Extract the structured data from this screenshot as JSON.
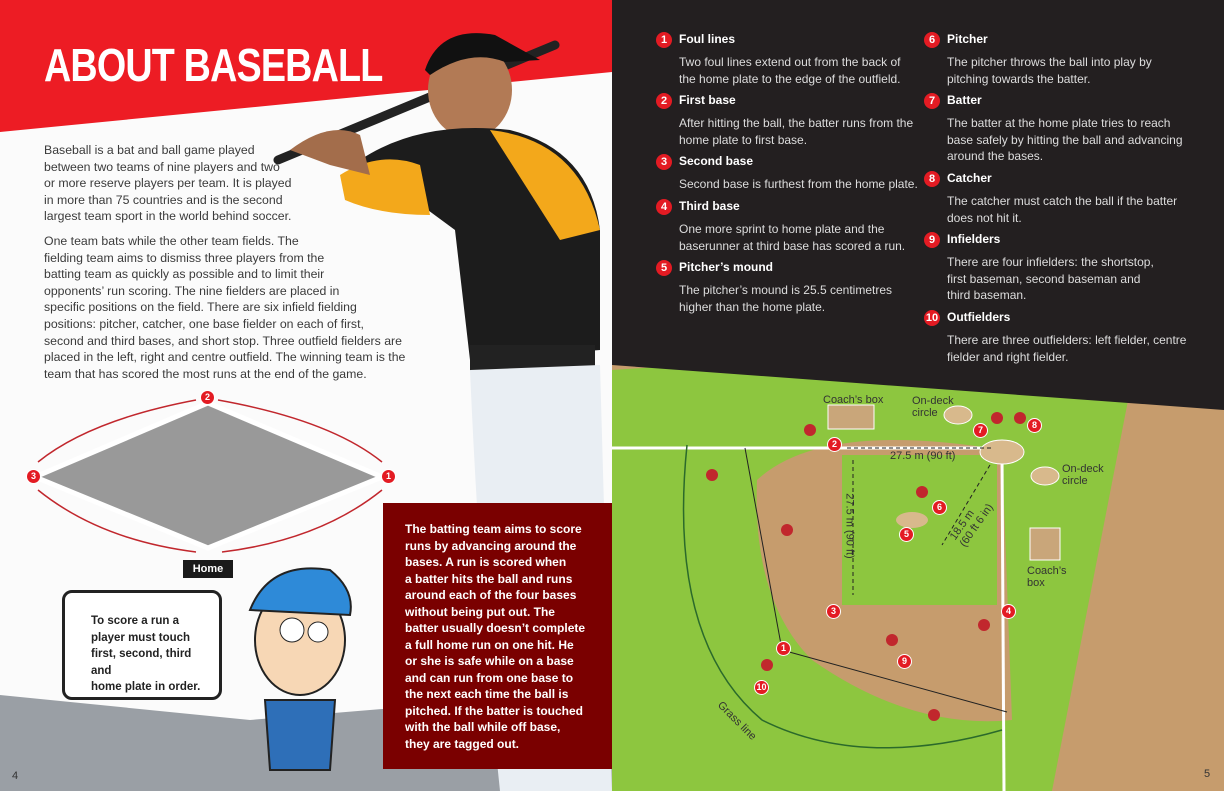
{
  "left": {
    "title": "ABOUT BASEBALL",
    "paragraph1": "Baseball is a bat and ball game played\nbetween two teams of nine players and two\nor more reserve players per team. It is played\nin more than 75 countries and is the second\nlargest team sport in the world behind soccer.",
    "paragraph2": "One team bats while the other team fields. The\nfielding team aims to dismiss three players from the\nbatting team as quickly as possible and to limit their\nopponents’ run scoring. The nine fielders are placed in\nspecific positions on the field. There are six infield fielding\npositions: pitcher, catcher, one base fielder on each of first,\nsecond and third bases, and short stop. Three outfield fielders are\nplaced in the left, right and centre outfield. The winning team is the\nteam that has scored the most runs at the end of the game.",
    "diamond": {
      "base1": "1",
      "base2": "2",
      "base3": "3",
      "home": "Home"
    },
    "bubble": "To score a run a\nplayer must touch\nfirst, second, third and\nhome plate in order.",
    "box": "The batting team aims to score\nruns by advancing around the\nbases. A run is scored when\na batter hits the ball and runs\naround each of the four bases\nwithout being put out. The\nbatter usually doesn’t complete\na full home run on one hit. He\nor she is safe while on a base\nand can run from one base to\nthe next each time the ball is\npitched. If the batter is touched\nwith the ball while off base,\nthey are tagged out.",
    "page_number": "4"
  },
  "right": {
    "items": [
      {
        "num": "1",
        "title": "Foul lines",
        "desc": "Two foul lines extend out from the back of\nthe home plate to the edge of the outfield."
      },
      {
        "num": "2",
        "title": "First base",
        "desc": "After hitting the ball, the batter runs from the\nhome plate to first base."
      },
      {
        "num": "3",
        "title": "Second base",
        "desc": "Second base is furthest from the home plate."
      },
      {
        "num": "4",
        "title": "Third base",
        "desc": "One more sprint to home plate and the\nbaserunner at third base has scored a run."
      },
      {
        "num": "5",
        "title": "Pitcher’s mound",
        "desc": "The pitcher’s mound is 25.5 centimetres\nhigher than the home plate."
      },
      {
        "num": "6",
        "title": "Pitcher",
        "desc": "The pitcher throws the ball into play by\npitching towards the batter."
      },
      {
        "num": "7",
        "title": "Batter",
        "desc": "The batter at the home plate tries to reach\nbase safely by hitting the ball and advancing\naround the bases."
      },
      {
        "num": "8",
        "title": "Catcher",
        "desc": "The catcher must catch the ball if the batter\ndoes not hit it."
      },
      {
        "num": "9",
        "title": "Infielders",
        "desc": "There are four infielders: the shortstop,\nfirst baseman, second baseman and\nthird baseman."
      },
      {
        "num": "10",
        "title": "Outfielders",
        "desc": "There are three outfielders: left fielder, centre\nfielder and right fielder."
      }
    ],
    "field": {
      "coach_box_top": "Coach’s box",
      "on_deck_top": "On-deck\ncircle",
      "on_deck_right": "On-deck\ncircle",
      "coach_box_right": "Coach’s\nbox",
      "dist_horizontal": "27.5 m (90 ft)",
      "dist_vertical": "27.5 m (90 ft)",
      "dist_pitch": "18.5 m\n(60 ft 6 in)",
      "grass_line": "Grass line"
    },
    "page_number": "5"
  },
  "colors": {
    "red": "#e31b23",
    "dark": "#231f20",
    "maroon": "#7a0000",
    "grass": "#8dc63f",
    "dirt": "#c69c6d"
  }
}
